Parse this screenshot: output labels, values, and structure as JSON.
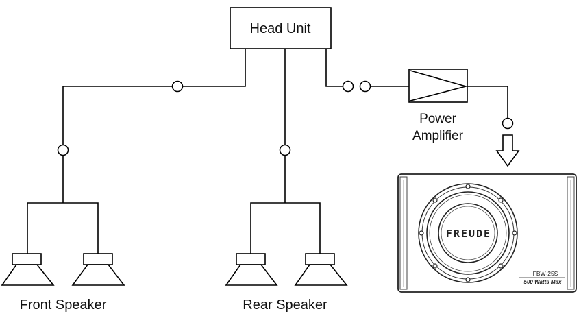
{
  "head_unit": {
    "label": "Head Unit"
  },
  "amplifier": {
    "label_line1": "Power",
    "label_line2": "Amplifier"
  },
  "speakers": {
    "front_label": "Front Speaker",
    "rear_label": "Rear Speaker"
  },
  "subwoofer": {
    "brand": "FREUDE",
    "model": "FBW-25S",
    "rating": "500 Watts Max"
  }
}
